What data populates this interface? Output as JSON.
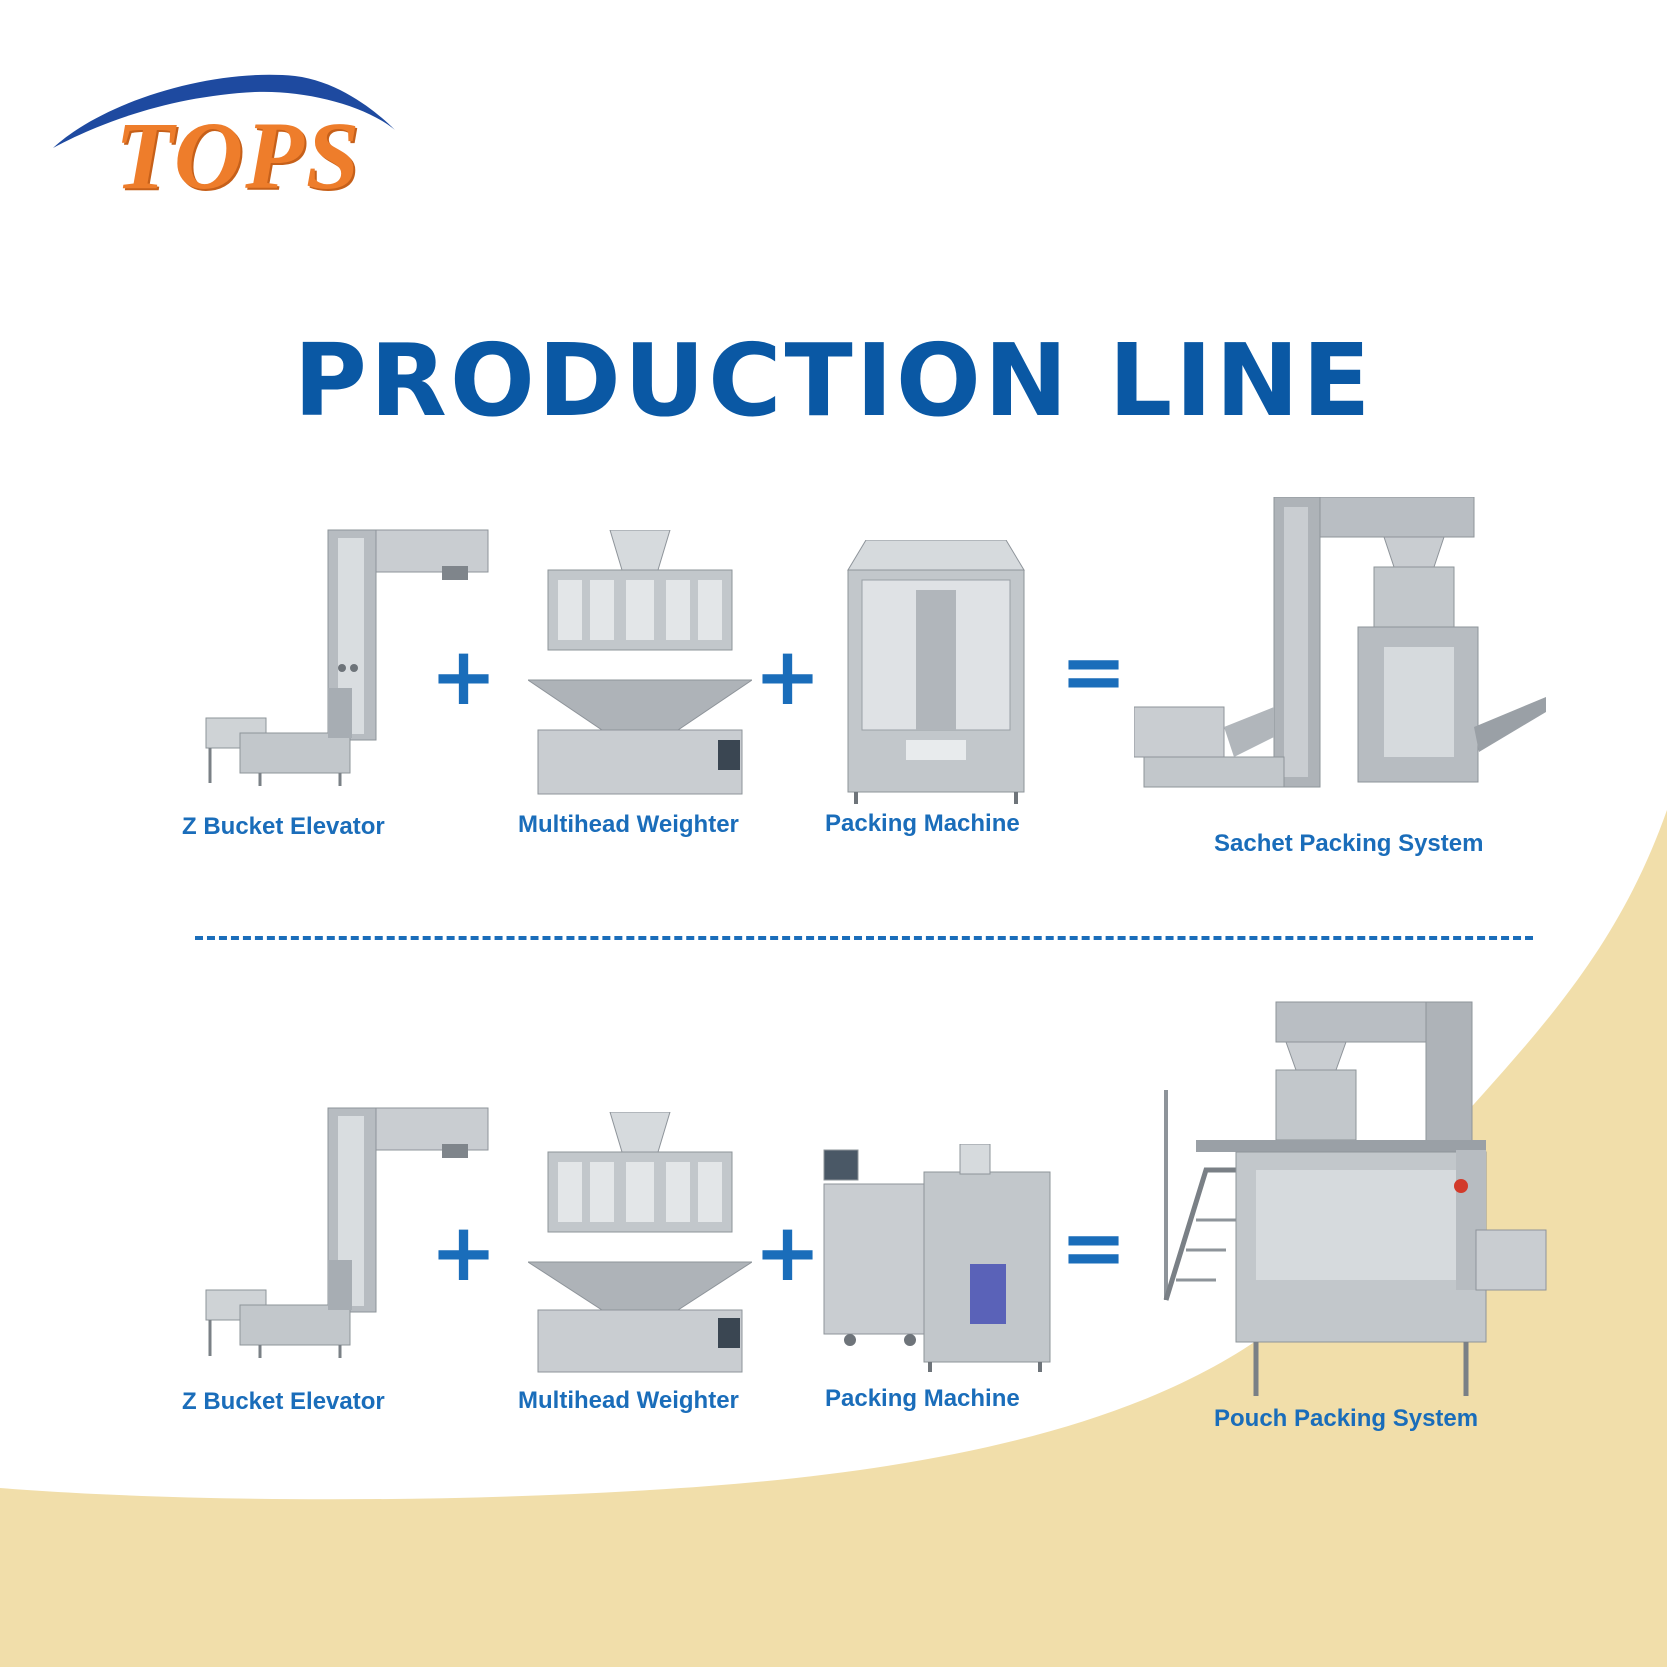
{
  "logo": {
    "text": "TOPS"
  },
  "title": "PRODUCTION LINE",
  "colors": {
    "title": "#0a58a4",
    "label": "#1a6dba",
    "accent": "#ee7d2b",
    "wave": "#f1deaa"
  },
  "rows": [
    {
      "components": [
        "Z Bucket Elevator",
        "Multihead Weighter",
        "Packing Machine"
      ],
      "operators": [
        "+",
        "+",
        "="
      ],
      "result": "Sachet Packing System"
    },
    {
      "components": [
        "Z Bucket Elevator",
        "Multihead Weighter",
        "Packing Machine"
      ],
      "operators": [
        "+",
        "+",
        "="
      ],
      "result": "Pouch Packing System"
    }
  ]
}
